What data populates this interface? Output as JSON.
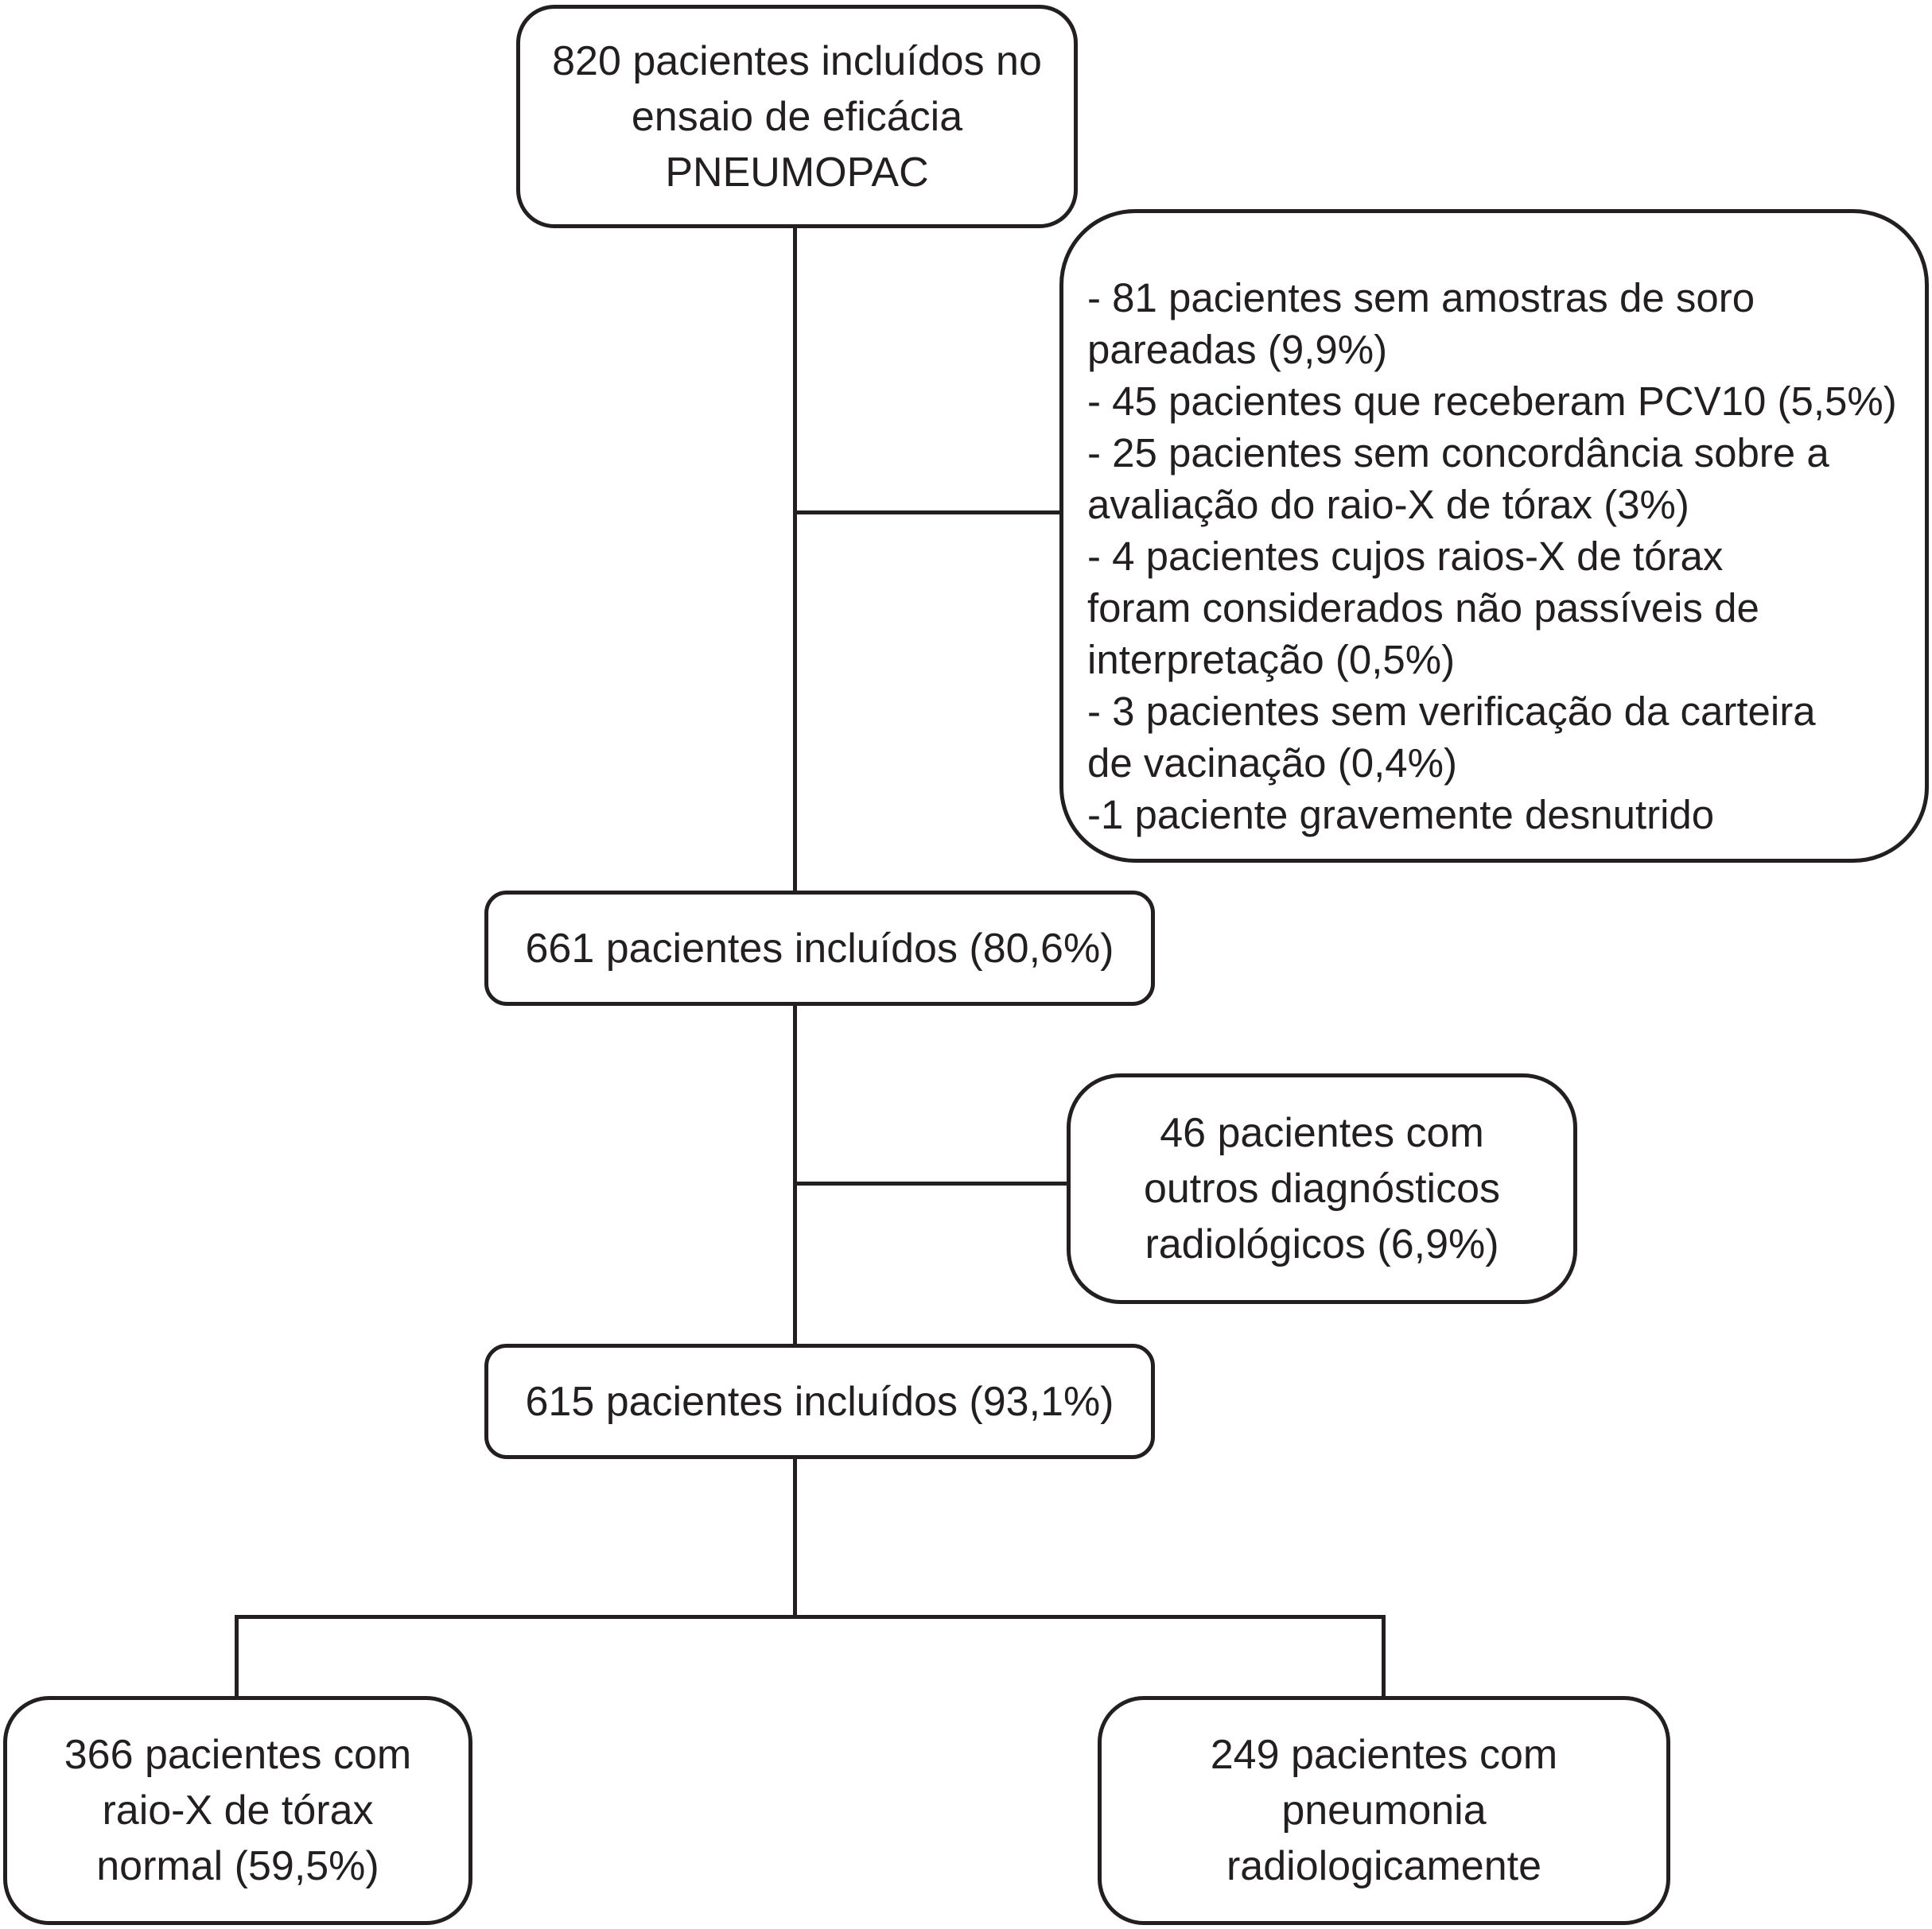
{
  "figure": {
    "type": "patient-flow-diagram",
    "colors": {
      "ink": "#231f20",
      "paper": "#ffffff"
    },
    "boxes": {
      "enrolled": {
        "lines": [
          "820 pacientes incluídos no",
          "ensaio de eficácia",
          "PNEUMOPAC"
        ]
      },
      "exclusions": {
        "lines": [
          "- 81 pacientes sem amostras de soro",
          "pareadas (9,9%)",
          "- 45 pacientes que receberam PCV10 (5,5%)",
          "- 25 pacientes sem concordância sobre a",
          "avaliação do raio-X de tórax (3%)",
          "- 4 pacientes cujos raios-X de tórax",
          "foram considerados não passíveis de",
          "interpretação (0,5%)",
          "- 3 pacientes sem verificação da carteira",
          "de vacinação (0,4%)",
          "-1 paciente gravemente desnutrido"
        ]
      },
      "included_after_exclusions": {
        "label": "661 pacientes incluídos (80,6%)"
      },
      "other_radiological_diagnoses": {
        "lines": [
          "46 pacientes com",
          "outros diagnósticos",
          "radiológicos (6,9%)"
        ]
      },
      "included_final": {
        "label": "615 pacientes incluídos (93,1%)"
      },
      "normal_chest_xray": {
        "lines": [
          "366 pacientes com",
          "raio-X de tórax",
          "normal (59,5%)"
        ]
      },
      "radiological_pneumonia": {
        "lines": [
          "249 pacientes com",
          "pneumonia",
          "radiologicamente"
        ]
      }
    }
  }
}
